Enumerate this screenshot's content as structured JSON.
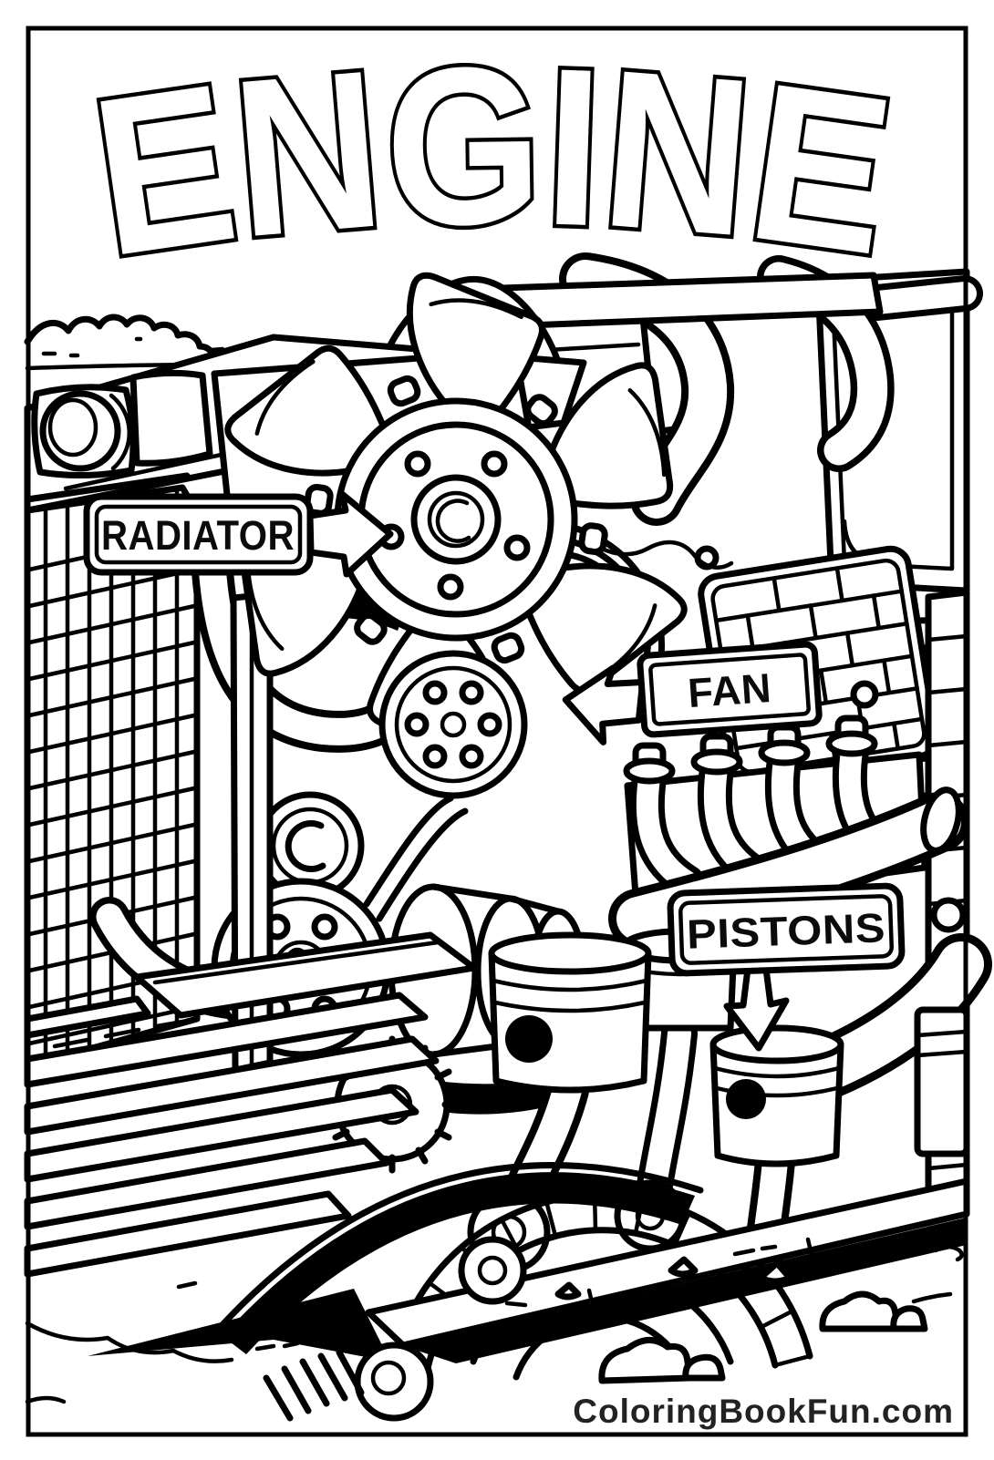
{
  "page": {
    "title": "ENGINE",
    "footer_text": "ColoringBookFun.com",
    "ink_color": "#000000",
    "paper_color": "#ffffff",
    "footer_color": "#222222"
  },
  "labels": {
    "radiator": "RADIATOR",
    "fan": "FAN",
    "pistons": "PISTONS"
  },
  "illustration": {
    "subject": "black-and-white cartoon line art of a truck engine, coloring-book style",
    "parts": [
      "radiator-grille",
      "cooling-fan",
      "fan-hub",
      "drive-pulleys",
      "gear",
      "hoses",
      "valve-cover",
      "exhaust-manifold",
      "pistons",
      "connecting-rods",
      "truck-cab",
      "headlight",
      "wheel",
      "platform-steps",
      "ground-pebbles"
    ]
  }
}
